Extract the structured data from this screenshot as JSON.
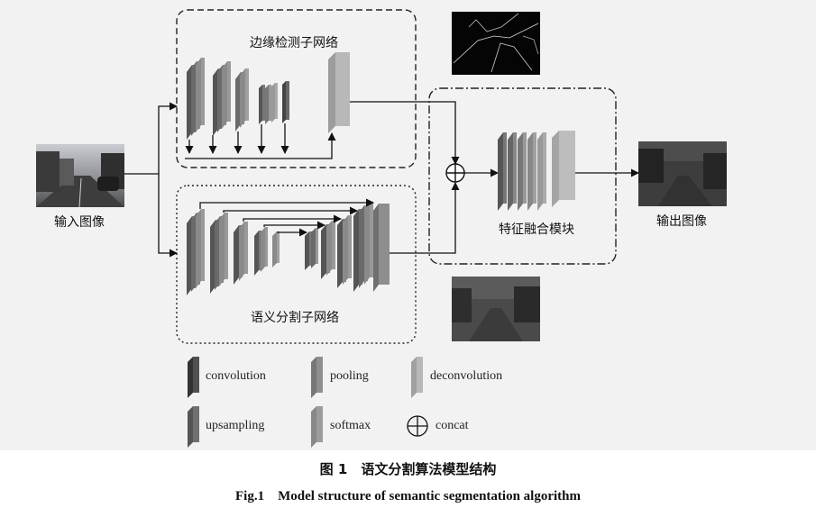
{
  "labels": {
    "edge_net": "边缘检测子网络",
    "semantic_net": "语义分割子网络",
    "fusion": "特征融合模块",
    "input": "输入图像",
    "output": "输出图像"
  },
  "legend": [
    {
      "key": "convolution",
      "label": "convolution",
      "color": "#4a4a4a"
    },
    {
      "key": "pooling",
      "label": "pooling",
      "color": "#8c8c8c"
    },
    {
      "key": "deconvolution",
      "label": "deconvolution",
      "color": "#b3b3b3"
    },
    {
      "key": "upsampling",
      "label": "upsampling",
      "color": "#6e6e6e"
    },
    {
      "key": "softmax",
      "label": "softmax",
      "color": "#9a9a9a"
    },
    {
      "key": "concat",
      "label": "concat"
    }
  ],
  "caption": {
    "cn": "图 1　语文分割算法模型结构",
    "en": "Fig.1　Model structure of semantic segmentation algorithm"
  }
}
